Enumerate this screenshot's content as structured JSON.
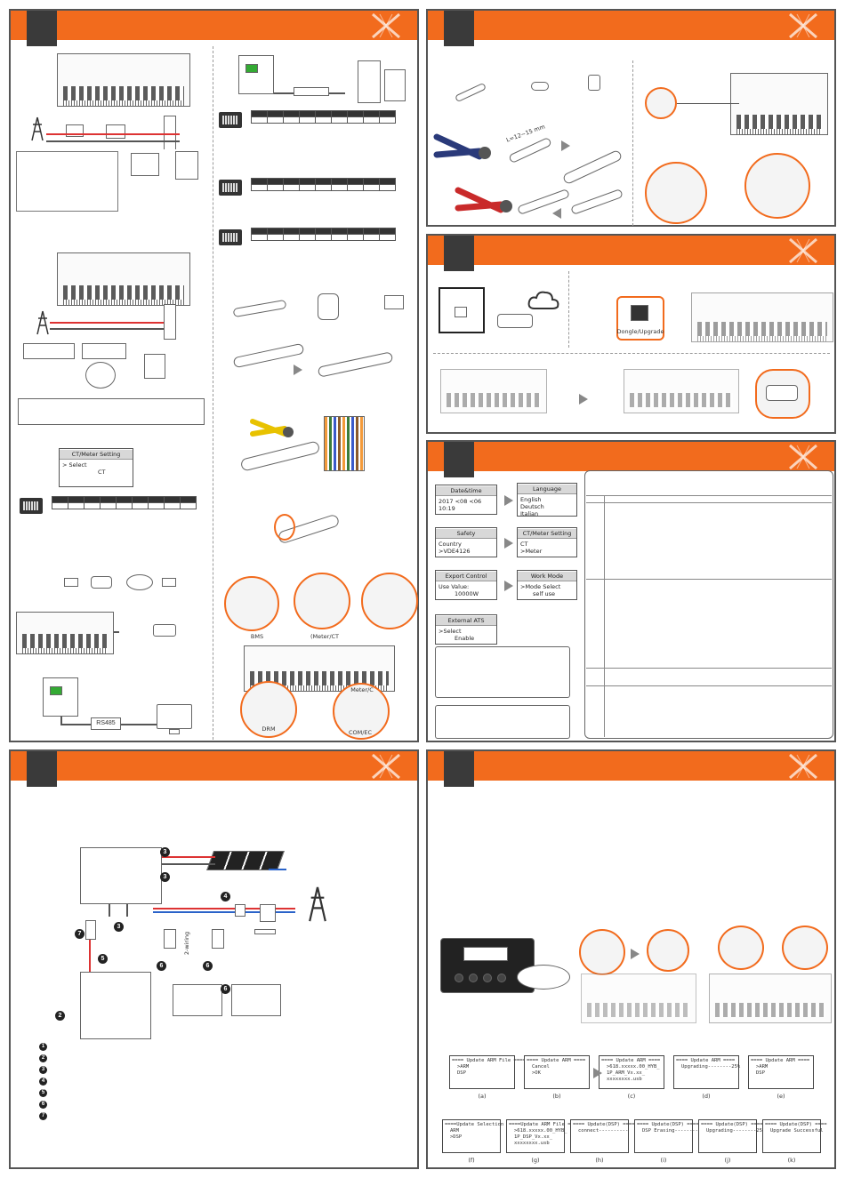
{
  "brand": {
    "accent": "#f26b1d",
    "badge": "#3a3a3a"
  },
  "ct_meter_screen": {
    "title": "CT/Meter Setting",
    "line1": "> Select",
    "line2": "CT"
  },
  "rs485_label": "RS485",
  "gland_labels": {
    "bms": "BMS",
    "meter_ct": "(Meter/CT",
    "drm": "DRM",
    "meter_c": "Meter/C",
    "com_ec": "COM/EC"
  },
  "crimp_label": "L=12~15 mm",
  "dongle_label": "Dongle/Upgrade",
  "settings_screens": [
    {
      "title": "Date&time",
      "lines": [
        "2017 <08 <06",
        "10:19"
      ]
    },
    {
      "title": "Language",
      "lines": [
        "English",
        "Deutsch",
        "Italian"
      ]
    },
    {
      "title": "Safety",
      "lines": [
        "Country",
        ">VDE4126"
      ]
    },
    {
      "title": "CT/Meter Setting",
      "lines": [
        "CT",
        ">Meter"
      ]
    },
    {
      "title": "Export Control",
      "lines": [
        "Use Value:",
        "10000W"
      ]
    },
    {
      "title": "Work Mode",
      "lines": [
        ">Mode Select",
        "self use"
      ]
    },
    {
      "title": "External ATS",
      "lines": [
        ">Select",
        "Enable"
      ]
    }
  ],
  "wiring_labels": {
    "two_wiring_a": "2-wiring",
    "two_wiring_b": "2-wiring"
  },
  "wiring_numbers": [
    "2",
    "3",
    "3",
    "3",
    "4",
    "5",
    "6",
    "6",
    "6",
    "7"
  ],
  "legend_numbers": [
    "1",
    "2",
    "3",
    "4",
    "5",
    "6",
    "7"
  ],
  "upgrade_screens_row1": [
    {
      "hd": "==== Update ARM File ====",
      "lines": [
        ">ARM",
        "DSP"
      ],
      "cap": "(a)"
    },
    {
      "hd": "==== Update ARM ====",
      "lines": [
        "Cancel",
        ">OK"
      ],
      "cap": "(b)"
    },
    {
      "hd": "==== Update ARM ====",
      "lines": [
        ">618.xxxxx.00_HYB_",
        "1P_ARM_Vx.xx_",
        "xxxxxxxx.usb"
      ],
      "cap": "(c)"
    },
    {
      "hd": "==== Update ARM ====",
      "lines": [
        "Upgrading--------25%"
      ],
      "cap": "(d)"
    },
    {
      "hd": "==== Update ARM ====",
      "lines": [
        ">ARM",
        "DSP"
      ],
      "cap": "(e)"
    }
  ],
  "upgrade_screens_row2": [
    {
      "hd": "====Update Selection ====",
      "lines": [
        "ARM",
        ">DSP"
      ],
      "cap": "(f)"
    },
    {
      "hd": "====Update ARM File ====",
      "lines": [
        ">618.xxxxx.00_HYB_",
        "1P_DSP_Vx.xx_",
        "xxxxxxxx.usb"
      ],
      "cap": "(g)"
    },
    {
      "hd": "==== Update(DSP) ====",
      "lines": [
        "connect----------"
      ],
      "cap": "(h)"
    },
    {
      "hd": "==== Update(DSP) ====",
      "lines": [
        "DSP Erasing----------"
      ],
      "cap": "(i)"
    },
    {
      "hd": "==== Update(DSP) ====",
      "lines": [
        "Upgrading--------25%"
      ],
      "cap": "(j)"
    },
    {
      "hd": "==== Update(DSP) ====",
      "lines": [
        "Upgrade Successful"
      ],
      "cap": "(k)"
    }
  ]
}
